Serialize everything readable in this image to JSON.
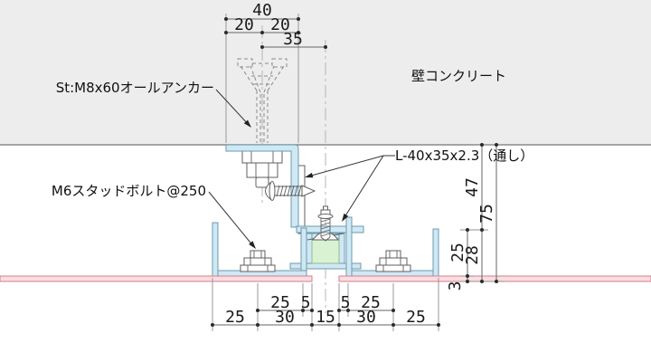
{
  "labels": {
    "concrete": "壁コンクリート",
    "anchor_callout": "St:M8x60オールアンカー",
    "stud_bolt_callout": "M6スタッドボルト@250",
    "angle_callout": "L-40x35x2.3（通し）"
  },
  "dimensions": {
    "top": {
      "overall": "40",
      "left_half": "20",
      "right_half": "20",
      "to_center": "35"
    },
    "bottom_upper": {
      "left_25": "25",
      "left_5": "5",
      "right_5": "5",
      "right_25": "25"
    },
    "bottom_lower": {
      "seg1": "25",
      "seg2": "30",
      "seg3": "15",
      "seg4": "30",
      "seg5": "25"
    },
    "right": {
      "leg_height": "47",
      "overall": "75",
      "channel_depth": "25",
      "to_board_bottom": "28",
      "board_thickness": "3"
    }
  },
  "colors": {
    "concrete_fill": "#ededed",
    "concrete_edge": "#8a8a8a",
    "steel_fill": "#cfe9f4",
    "steel_outline": "#6d99ad",
    "board_fill": "#fadce1",
    "board_edge": "#d2808f",
    "backer_fill": "#d9f2d2",
    "dimension_line": "#666666",
    "centerline": "#b5b5b5",
    "text": "#111111"
  }
}
